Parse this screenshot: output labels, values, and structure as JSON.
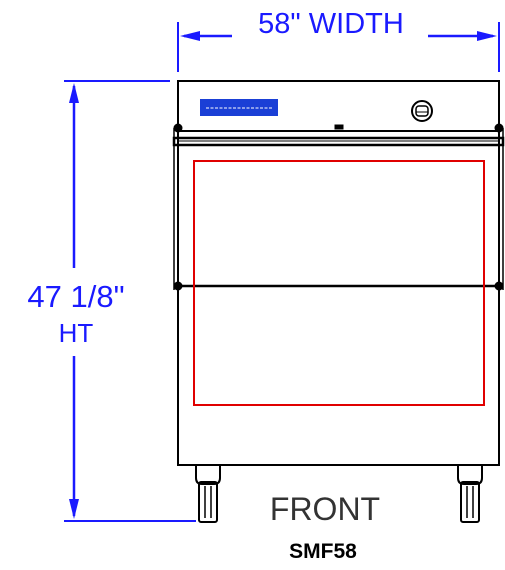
{
  "dimensions": {
    "width_label": "58\" WIDTH",
    "height_label_line1": "47 1/8\"",
    "height_label_line2": "HT"
  },
  "view_label": "FRONT",
  "model_label": "SMF58",
  "colors": {
    "dimension": "#1a1aff",
    "outline": "#000000",
    "door_outline": "#e00000",
    "nameplate": "#1a3fd6",
    "background": "#ffffff"
  },
  "icons": {
    "lock": "lock-icon",
    "caster": "caster-icon"
  }
}
